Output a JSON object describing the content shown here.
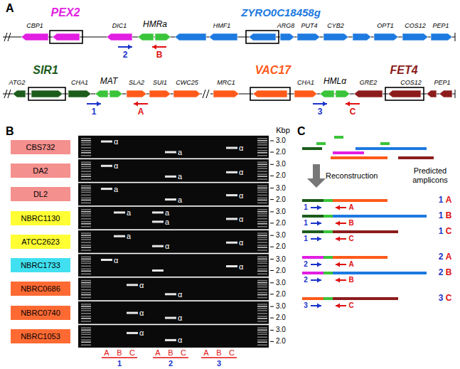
{
  "diagram": {
    "nodes": [
      {
        "text": [
          "CBS732"
        ]
      },
      {
        "text": [
          "DA2"
        ]
      },
      {
        "text": [
          "DL2"
        ]
      },
      {
        "text": [
          "NBRC1130"
        ]
      },
      {
        "text": [
          "ATCC2623"
        ]
      },
      {
        "text": [
          "NBRC1733"
        ]
      },
      {
        "text": [
          "NBRC0686"
        ]
      },
      {
        "text": [
          "NBRC0740"
        ]
      },
      {
        "text": [
          "NBRC1053"
        ]
      }
    ],
    "labels": [
      "A",
      "PEX2",
      "CBP1",
      "DIC1",
      "HMRa",
      "ZYRO0C18458g",
      "HMF1",
      "ARG8",
      "PUT4",
      "CYB2",
      "OPT1",
      "COS12",
      "PEP1",
      "2",
      "B",
      "SIR1",
      "ATG2",
      "CHA1",
      "MAT",
      "SLA2",
      "SUI1",
      "CWC25",
      "VAC17",
      "MRC1",
      "CHA1",
      "HMLα",
      "FET4",
      "GRE2",
      "COS12",
      "PEP1",
      "1",
      "A",
      "3",
      "C",
      "B",
      "Kbp",
      "3.0",
      "2.0",
      "α",
      "a",
      "α",
      "3.0",
      "2.0",
      "α",
      "a",
      "α",
      "3.0",
      "2.0",
      "a",
      "a",
      "α",
      "3.0",
      "2.0",
      "a",
      "a",
      "a",
      "α",
      "3.0",
      "2.0",
      "a",
      "α",
      "α",
      "3.0",
      "2.0",
      "α",
      "α",
      "3.0",
      "2.0",
      "α",
      "α",
      "3.0",
      "2.0",
      "α",
      "α",
      "3.0",
      "2.0",
      "α",
      "α",
      "A",
      "B",
      "C",
      "A",
      "B",
      "C",
      "A",
      "B",
      "C",
      "1",
      "2",
      "3",
      "C",
      "Reconstruction",
      "Predicted amplicons",
      "1",
      "A",
      "1",
      "A",
      "1",
      "B",
      "1",
      "B",
      "1",
      "C",
      "1",
      "C",
      "2",
      "A",
      "2",
      "A",
      "2",
      "B",
      "2",
      "B",
      "3",
      "C",
      "3",
      "C"
    ]
  }
}
